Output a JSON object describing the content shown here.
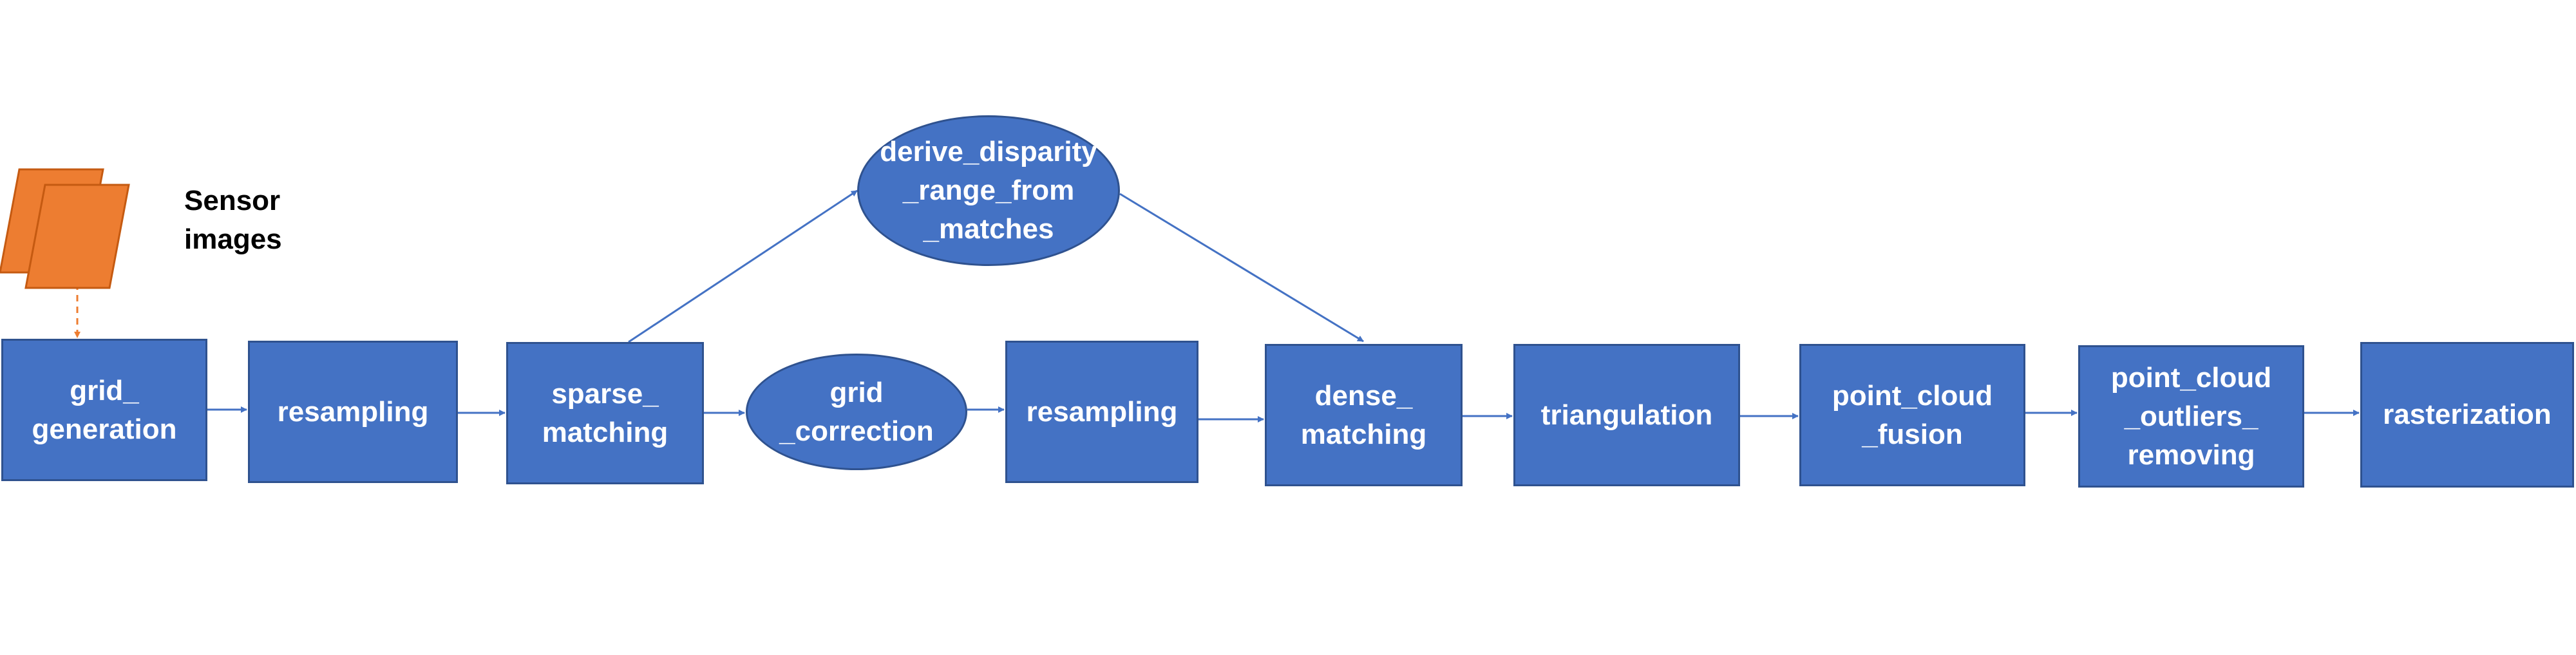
{
  "diagram": {
    "source_label": "Sensor\nimages",
    "nodes": [
      {
        "id": "grid_generation",
        "label": "grid_\ngeneration",
        "shape": "rect"
      },
      {
        "id": "resampling_1",
        "label": "resampling",
        "shape": "rect"
      },
      {
        "id": "sparse_matching",
        "label": "sparse_\nmatching",
        "shape": "rect"
      },
      {
        "id": "grid_correction",
        "label": "grid\n_correction",
        "shape": "ellipse"
      },
      {
        "id": "derive_disparity",
        "label": "derive_disparity\n_range_from\n_matches",
        "shape": "ellipse"
      },
      {
        "id": "resampling_2",
        "label": "resampling",
        "shape": "rect"
      },
      {
        "id": "dense_matching",
        "label": "dense_\nmatching",
        "shape": "rect"
      },
      {
        "id": "triangulation",
        "label": "triangulation",
        "shape": "rect"
      },
      {
        "id": "point_cloud_fusion",
        "label": "point_cloud\n_fusion",
        "shape": "rect"
      },
      {
        "id": "point_cloud_outliers_removing",
        "label": "point_cloud\n_outliers_\nremoving",
        "shape": "rect"
      },
      {
        "id": "rasterization",
        "label": "rasterization",
        "shape": "rect"
      }
    ],
    "edges": [
      {
        "from": "sensor_images",
        "to": "grid_generation",
        "style": "dashed"
      },
      {
        "from": "grid_generation",
        "to": "resampling_1"
      },
      {
        "from": "resampling_1",
        "to": "sparse_matching"
      },
      {
        "from": "sparse_matching",
        "to": "grid_correction"
      },
      {
        "from": "sparse_matching",
        "to": "derive_disparity"
      },
      {
        "from": "grid_correction",
        "to": "resampling_2"
      },
      {
        "from": "derive_disparity",
        "to": "dense_matching"
      },
      {
        "from": "resampling_2",
        "to": "dense_matching"
      },
      {
        "from": "dense_matching",
        "to": "triangulation"
      },
      {
        "from": "triangulation",
        "to": "point_cloud_fusion"
      },
      {
        "from": "point_cloud_fusion",
        "to": "point_cloud_outliers_removing"
      },
      {
        "from": "point_cloud_outliers_removing",
        "to": "rasterization"
      }
    ],
    "colors": {
      "node_fill": "#4472C4",
      "node_border": "#2F528F",
      "node_text": "#FFFFFF",
      "edge": "#4472C4",
      "sensor_fill": "#ED7D31",
      "sensor_border": "#C55A11",
      "sensor_edge": "#ED7D31"
    }
  }
}
